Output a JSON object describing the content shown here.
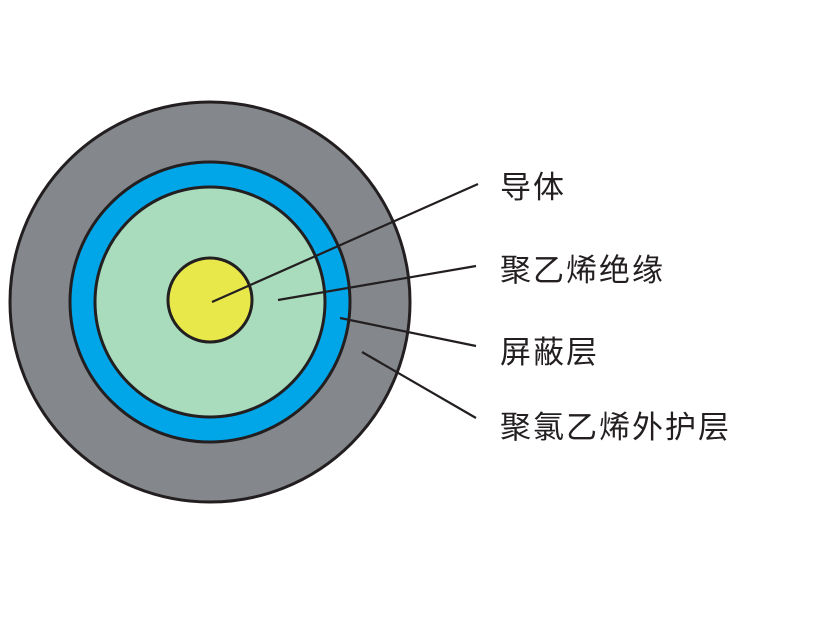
{
  "diagram": {
    "layers": [
      {
        "id": "conductor",
        "label": "导体",
        "color": "#e8e84a"
      },
      {
        "id": "insulation",
        "label": "聚乙烯绝缘",
        "color": "#a8dcbc"
      },
      {
        "id": "shield",
        "label": "屏蔽层",
        "color": "#00a6e8"
      },
      {
        "id": "jacket",
        "label": "聚氯乙烯外护层",
        "color": "#84888c"
      }
    ],
    "outline_color": "#231f20"
  }
}
